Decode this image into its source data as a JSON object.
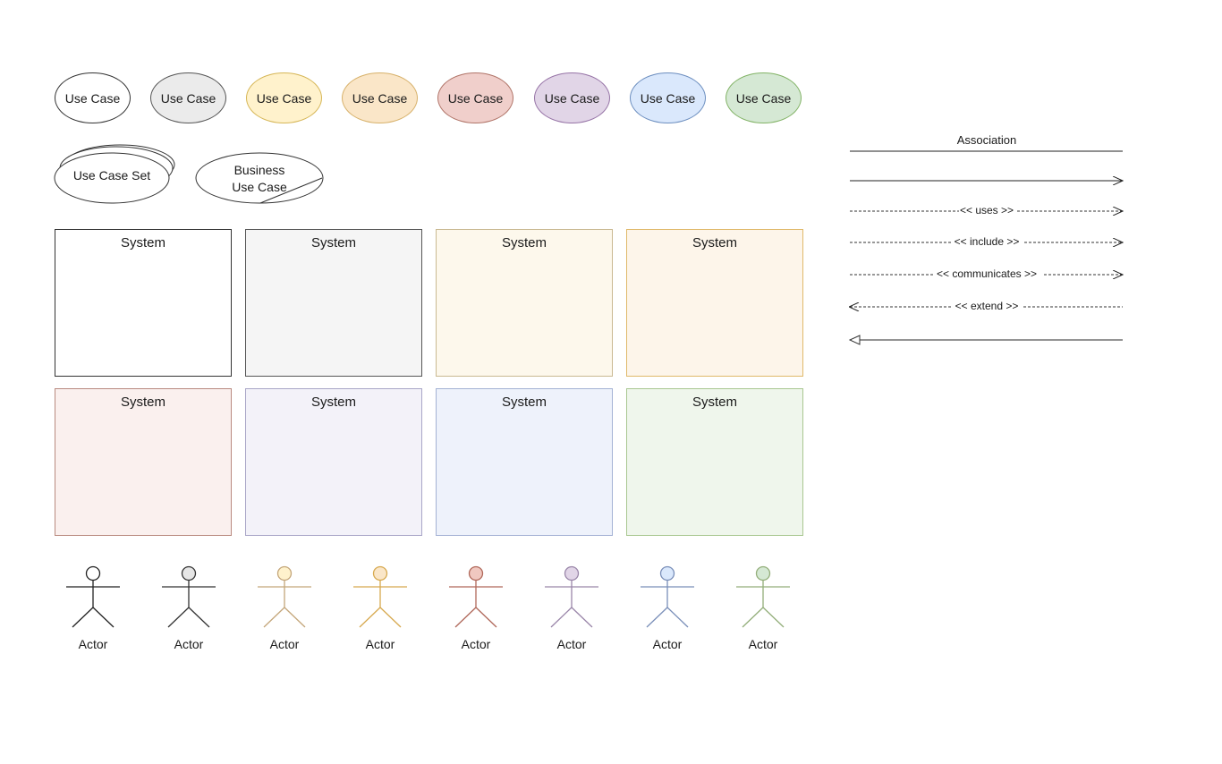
{
  "use_cases": [
    {
      "label": "Use Case",
      "fill": "#ffffff",
      "stroke": "#333333"
    },
    {
      "label": "Use Case",
      "fill": "#ebebeb",
      "stroke": "#555555"
    },
    {
      "label": "Use Case",
      "fill": "#fff2cc",
      "stroke": "#d6b656"
    },
    {
      "label": "Use Case",
      "fill": "#fae6c8",
      "stroke": "#d7b16a"
    },
    {
      "label": "Use Case",
      "fill": "#f0cfcb",
      "stroke": "#b07468"
    },
    {
      "label": "Use Case",
      "fill": "#e1d5e7",
      "stroke": "#9673a6"
    },
    {
      "label": "Use Case",
      "fill": "#dae8fc",
      "stroke": "#6c8ebf"
    },
    {
      "label": "Use Case",
      "fill": "#d5e8d4",
      "stroke": "#82b366"
    }
  ],
  "special_use_cases": {
    "set_label": "Use Case Set",
    "business_line1": "Business",
    "business_line2": "Use Case"
  },
  "systems": [
    {
      "title": "System",
      "fill": "#ffffff",
      "stroke": "#333333"
    },
    {
      "title": "System",
      "fill": "#f5f5f5",
      "stroke": "#555555"
    },
    {
      "title": "System",
      "fill": "#fdf8ec",
      "stroke": "#c9b992"
    },
    {
      "title": "System",
      "fill": "#fdf5ea",
      "stroke": "#e0b96a"
    },
    {
      "title": "System",
      "fill": "#faf0ee",
      "stroke": "#b98a80"
    },
    {
      "title": "System",
      "fill": "#f3f2f9",
      "stroke": "#a9a6c7"
    },
    {
      "title": "System",
      "fill": "#eef2fb",
      "stroke": "#a4b2d4"
    },
    {
      "title": "System",
      "fill": "#eff6ec",
      "stroke": "#a9c791"
    }
  ],
  "actors": [
    {
      "label": "Actor",
      "head_fill": "#ffffff",
      "stroke": "#222222"
    },
    {
      "label": "Actor",
      "head_fill": "#e6e6e6",
      "stroke": "#333333"
    },
    {
      "label": "Actor",
      "head_fill": "#fff2cc",
      "stroke": "#c4a67a"
    },
    {
      "label": "Actor",
      "head_fill": "#fae6c8",
      "stroke": "#d7a94f"
    },
    {
      "label": "Actor",
      "head_fill": "#f0c8c0",
      "stroke": "#b0685a"
    },
    {
      "label": "Actor",
      "head_fill": "#e1d5e7",
      "stroke": "#9a86a9"
    },
    {
      "label": "Actor",
      "head_fill": "#dae8fc",
      "stroke": "#7a8fb9"
    },
    {
      "label": "Actor",
      "head_fill": "#d5e8d4",
      "stroke": "#93ae7a"
    }
  ],
  "connectors": {
    "association": "Association",
    "uses": "<< uses >>",
    "include": "<< include >>",
    "communicates": "<< communicates >>",
    "extend": "<< extend >>"
  }
}
